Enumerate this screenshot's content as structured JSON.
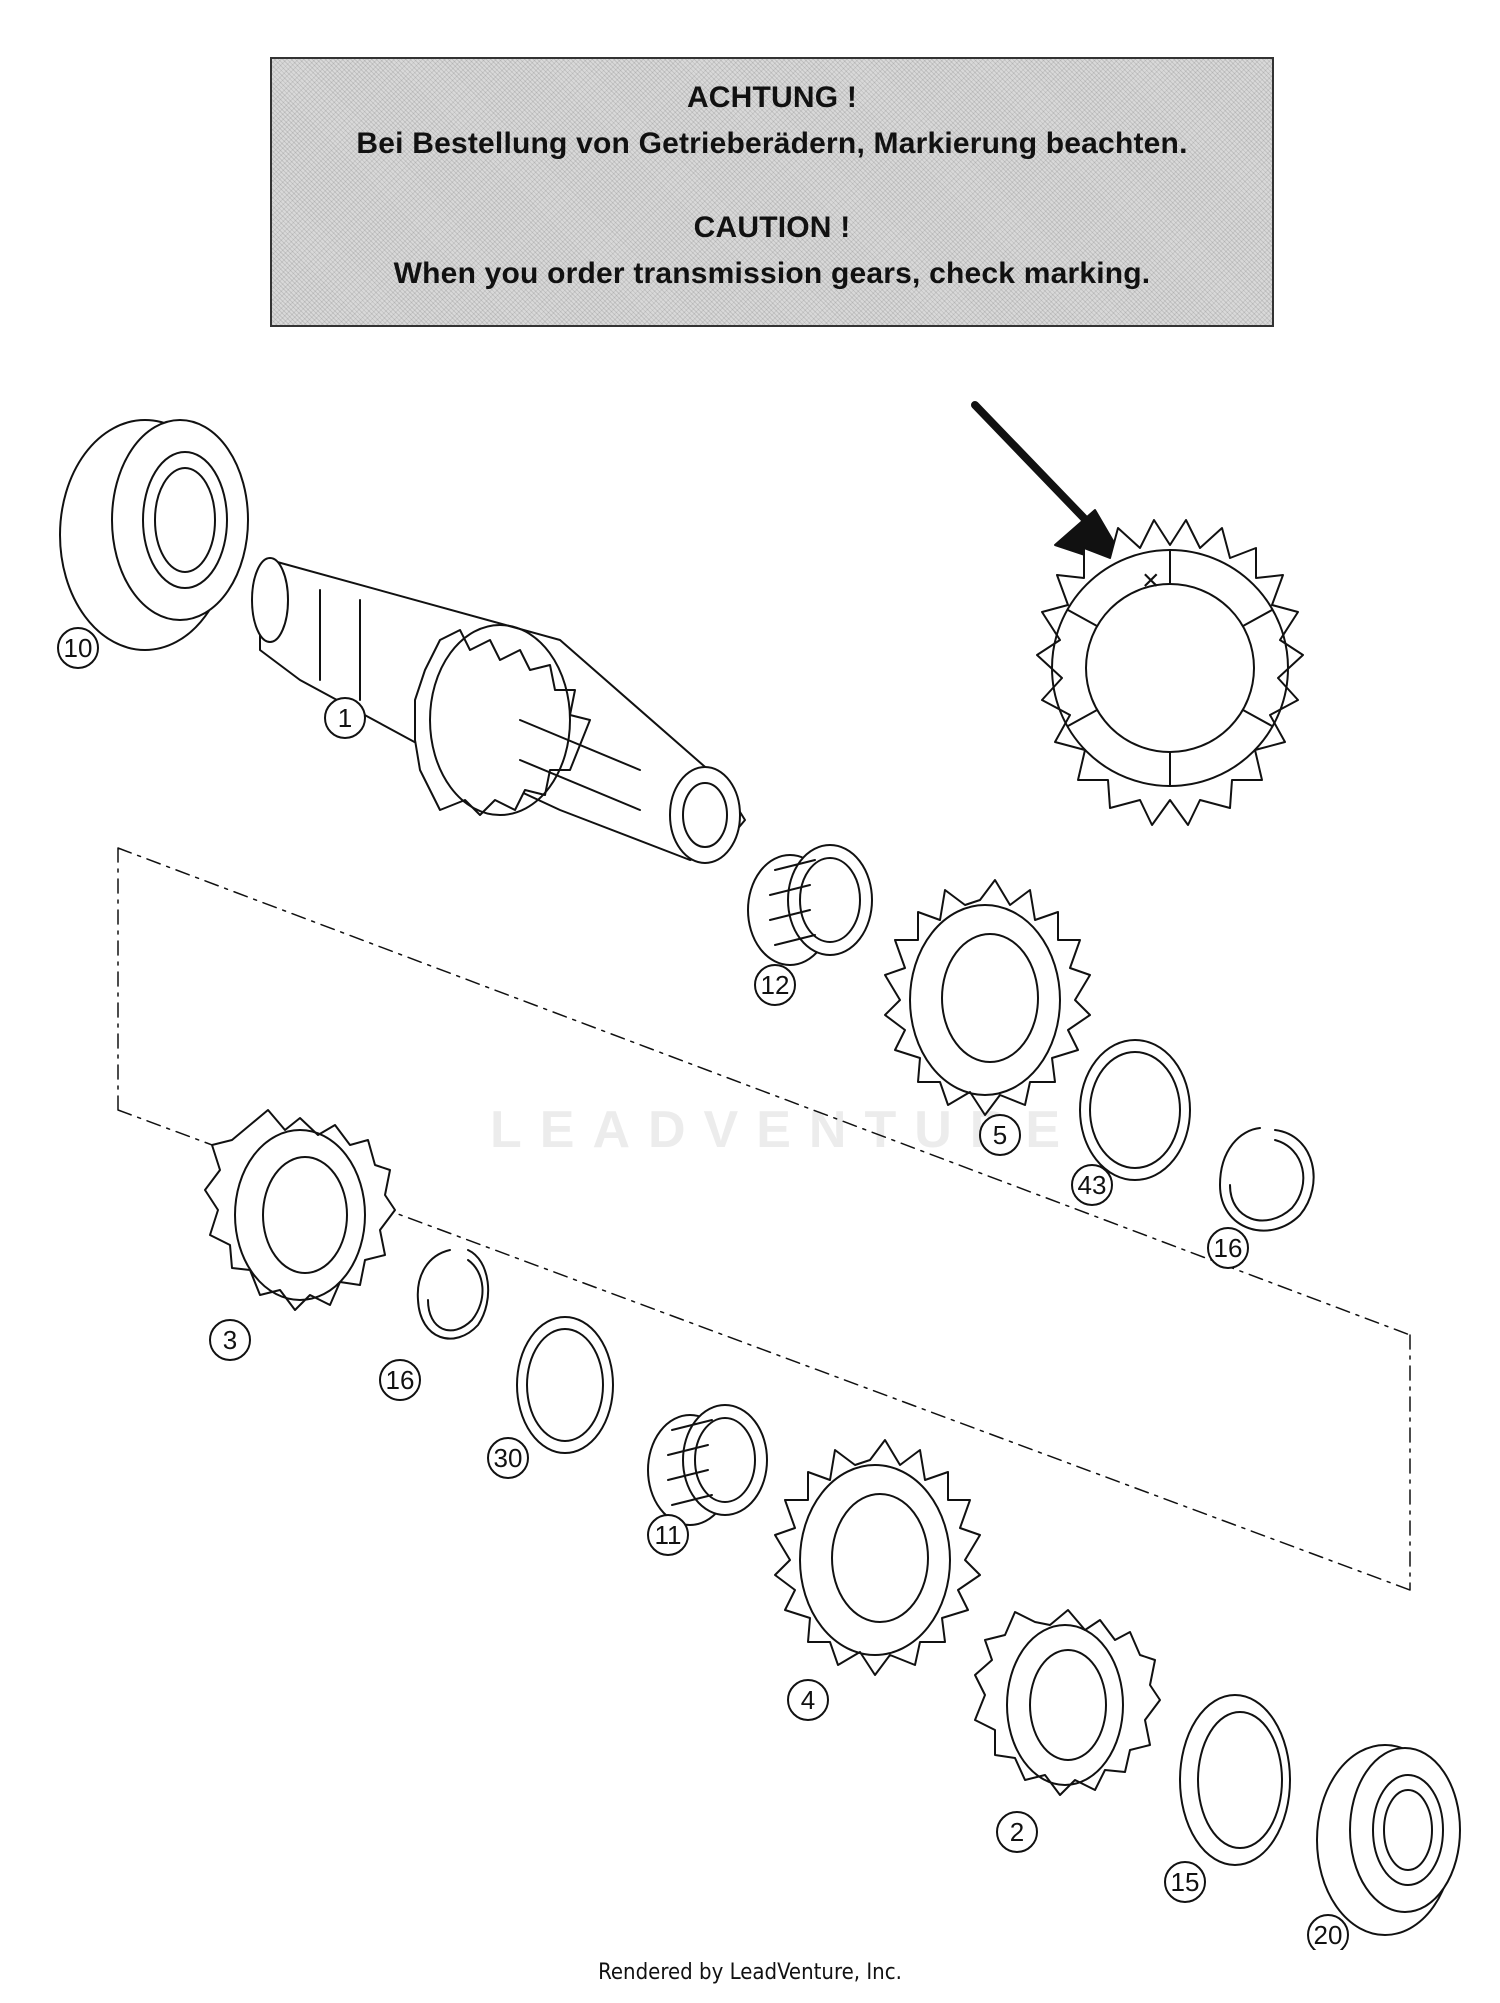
{
  "notice": {
    "de_title": "ACHTUNG !",
    "de_text": "Bei Bestellung von Getrieberädern, Markierung beachten.",
    "en_title": "CAUTION !",
    "en_text": "When you order transmission gears, check marking."
  },
  "marking_symbol": "×",
  "watermark": "LEADVENTURE",
  "footer": "Rendered by LeadVenture, Inc.",
  "callouts": {
    "c10": "10",
    "c1": "1",
    "c12": "12",
    "c5": "5",
    "c43": "43",
    "c16a": "16",
    "c3": "3",
    "c16b": "16",
    "c30": "30",
    "c11": "11",
    "c4": "4",
    "c2": "2",
    "c15": "15",
    "c20": "20"
  },
  "colors": {
    "line": "#111111",
    "notice_bg": "#d9d9d9",
    "watermark": "#ececec"
  }
}
